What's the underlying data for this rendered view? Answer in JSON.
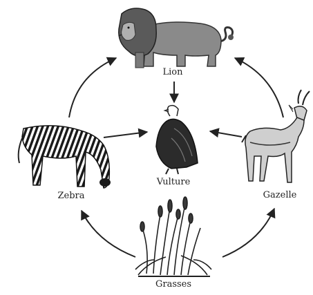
{
  "labels": {
    "lion": "Lion",
    "zebra": "Zebra",
    "vulture": "Vulture",
    "gazelle": "Gazelle",
    "grasses": "Grasses"
  },
  "icons": {
    "lion": "lion-icon",
    "zebra": "zebra-icon",
    "vulture": "vulture-icon",
    "gazelle": "gazelle-icon",
    "grasses": "grass-icon"
  },
  "colors": {
    "ink": "#222222",
    "lion_fill": "#8a8a8a",
    "vulture_fill": "#2b2b2b",
    "gazelle_fill": "#cfcfcf"
  }
}
